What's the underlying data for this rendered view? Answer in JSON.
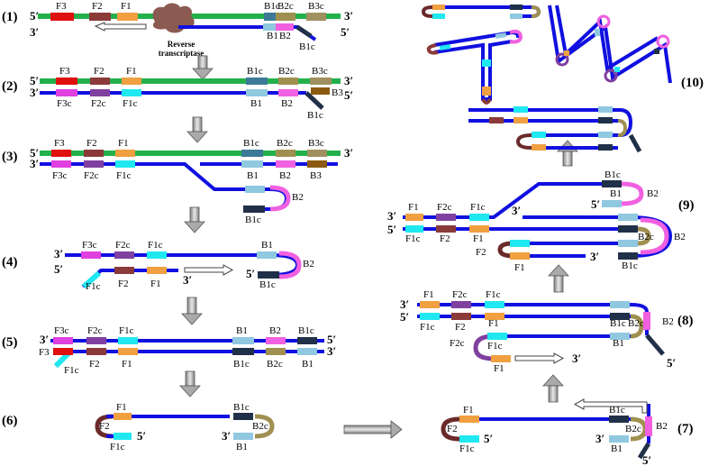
{
  "steps": {
    "s1": "(1)",
    "s2": "(2)",
    "s3": "(3)",
    "s4": "(4)",
    "s5": "(5)",
    "s6": "(6)",
    "s7": "(7)",
    "s8": "(8)",
    "s9": "(9)",
    "s10": "(10)"
  },
  "ends": {
    "five": "5′",
    "three": "3′"
  },
  "enzyme": {
    "line1": "Reverse",
    "line2": "transcriptase"
  },
  "regions": {
    "F3": "F3",
    "F2": "F2",
    "F1": "F1",
    "F3c": "F3c",
    "F2c": "F2c",
    "F1c": "F1c",
    "B1": "B1",
    "B2": "B2",
    "B3": "B3",
    "B1c": "B1c",
    "B2c": "B2c",
    "B3c": "B3c"
  },
  "colors": {
    "rna_strand": "#22b04b",
    "dna_strand": "#1010e0",
    "F3": "#e01010",
    "F3c": "#e040e0",
    "F2": "#8b3a3a",
    "F2c": "#8040a0",
    "F1": "#f0a040",
    "F1c": "#20e8f0",
    "B1": "#90c8e0",
    "B1c": "#203048",
    "B2": "#f060e0",
    "B2c": "#a09050",
    "B3": "#8b5a10",
    "B3c": "#a09060",
    "enzyme": "#8b5a50",
    "arrow_fill": "#b0b0b0"
  },
  "icons": [
    "down-arrow-icon",
    "right-arrow-icon",
    "up-arrow-icon",
    "hollow-arrow-icon",
    "enzyme-blob-icon"
  ]
}
